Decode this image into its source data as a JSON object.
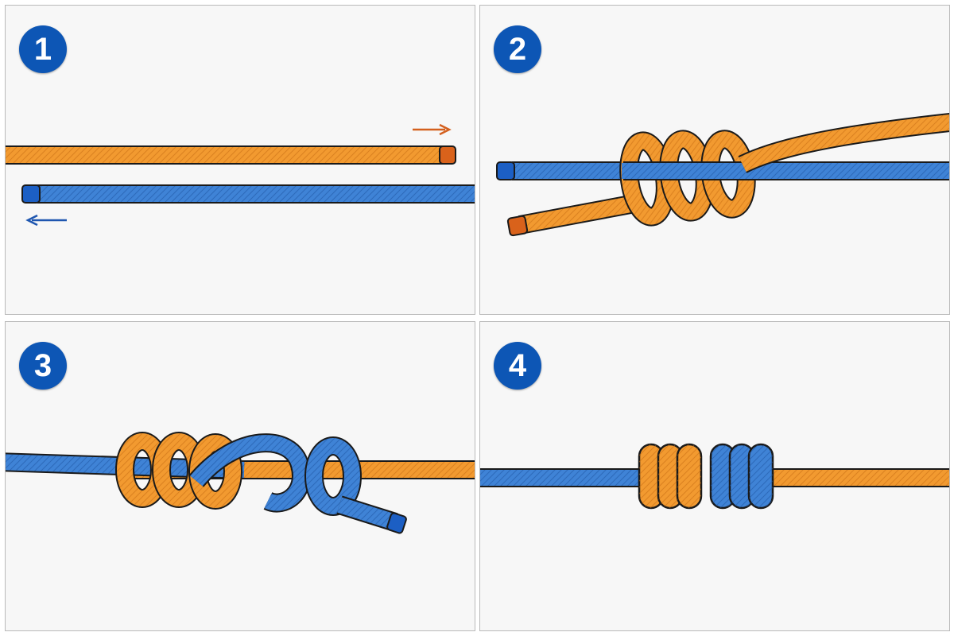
{
  "colors": {
    "orange_rope": "#f29a30",
    "orange_rope_dark": "#c96d12",
    "orange_end_cap": "#d9621b",
    "blue_rope": "#3f83d6",
    "blue_rope_dark": "#1f55a3",
    "blue_end_cap": "#1c5fc4",
    "badge": "#0d56b5",
    "arrow_orange": "#d4601e",
    "arrow_blue": "#1e56b0",
    "panel_background": "#f7f7f7",
    "panel_border": "#b9b9b9"
  },
  "steps": [
    {
      "number": "1"
    },
    {
      "number": "2"
    },
    {
      "number": "3"
    },
    {
      "number": "4"
    }
  ]
}
